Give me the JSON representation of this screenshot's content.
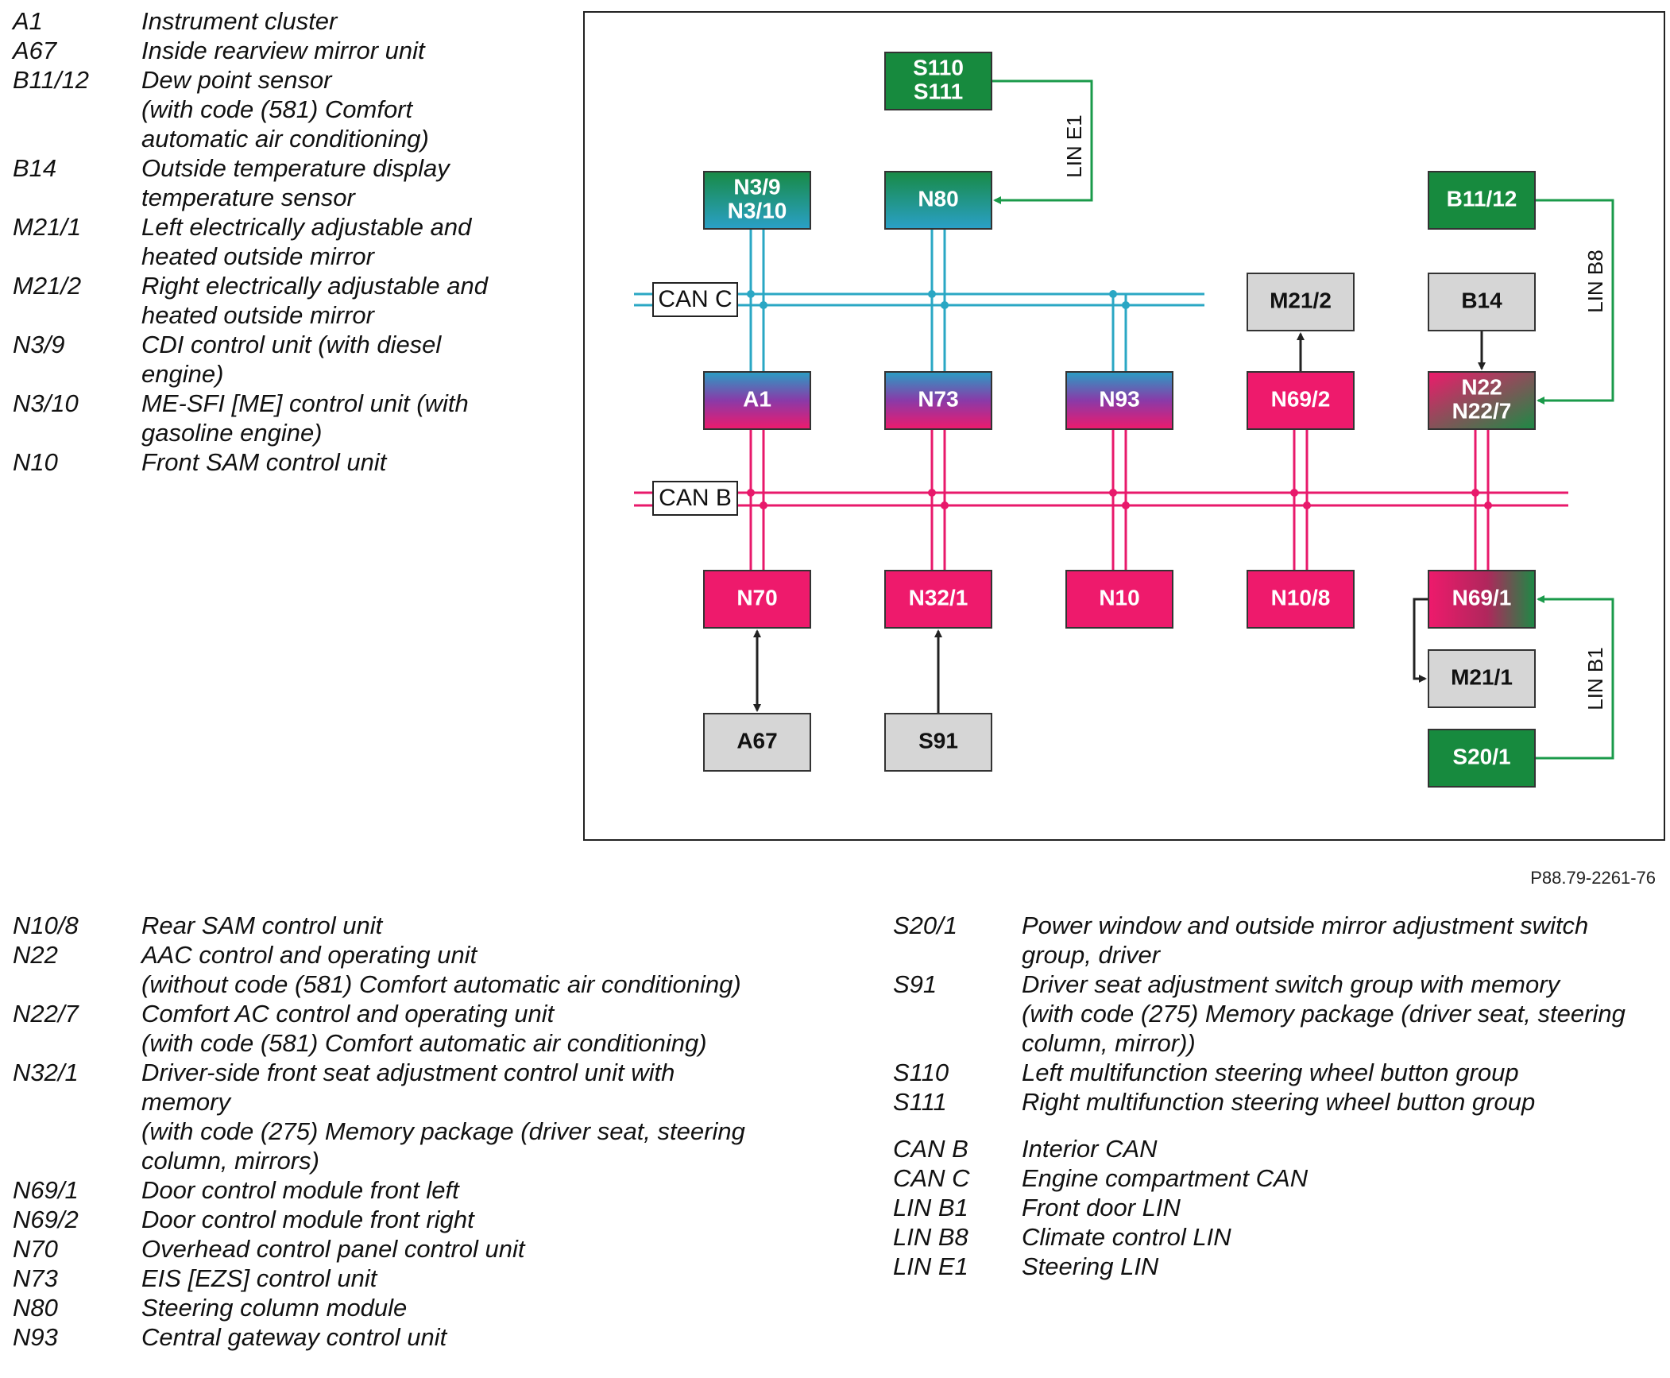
{
  "legend_top": [
    {
      "code": "A1",
      "lines": [
        "Instrument cluster"
      ]
    },
    {
      "code": "A67",
      "lines": [
        "Inside rearview mirror unit"
      ]
    },
    {
      "code": "B11/12",
      "lines": [
        "Dew point sensor",
        "(with code (581) Comfort",
        "automatic air conditioning)"
      ]
    },
    {
      "code": "B14",
      "lines": [
        "Outside temperature display",
        "temperature sensor"
      ]
    },
    {
      "code": "M21/1",
      "lines": [
        "Left electrically adjustable and",
        "heated outside mirror"
      ]
    },
    {
      "code": "M21/2",
      "lines": [
        "Right electrically adjustable and",
        "heated outside mirror"
      ]
    },
    {
      "code": "N3/9",
      "lines": [
        "CDI control unit (with diesel",
        "engine)"
      ]
    },
    {
      "code": "N3/10",
      "lines": [
        "ME-SFI [ME] control unit (with",
        "gasoline engine)"
      ]
    },
    {
      "code": "N10",
      "lines": [
        "Front SAM control unit"
      ]
    }
  ],
  "legend_bottom_left": [
    {
      "code": "N10/8",
      "lines": [
        "Rear SAM control unit"
      ]
    },
    {
      "code": "N22",
      "lines": [
        "AAC control and operating unit",
        "(without code (581) Comfort automatic air conditioning)"
      ]
    },
    {
      "code": "N22/7",
      "lines": [
        "Comfort AC control and operating unit",
        "(with code (581) Comfort automatic air conditioning)"
      ]
    },
    {
      "code": "N32/1",
      "lines": [
        "Driver-side front seat adjustment control unit with",
        "memory",
        "(with code (275) Memory package (driver seat, steering",
        "column, mirrors)"
      ]
    },
    {
      "code": "N69/1",
      "lines": [
        "Door control module front left"
      ]
    },
    {
      "code": "N69/2",
      "lines": [
        "Door control module front right"
      ]
    },
    {
      "code": "N70",
      "lines": [
        "Overhead control panel control unit"
      ]
    },
    {
      "code": "N73",
      "lines": [
        "EIS [EZS] control unit"
      ]
    },
    {
      "code": "N80",
      "lines": [
        "Steering column module"
      ]
    },
    {
      "code": "N93",
      "lines": [
        "Central gateway control unit"
      ]
    }
  ],
  "legend_bottom_right": [
    {
      "code": "S20/1",
      "lines": [
        "Power window and outside mirror adjustment switch",
        "group, driver"
      ]
    },
    {
      "code": "S91",
      "lines": [
        "Driver seat adjustment switch group with memory",
        "(with code (275) Memory package (driver seat, steering",
        "column, mirror))"
      ]
    },
    {
      "code": "S110",
      "lines": [
        "Left multifunction steering wheel button group"
      ]
    },
    {
      "code": "S111",
      "lines": [
        "Right multifunction steering wheel button group"
      ]
    },
    {
      "gap": true
    },
    {
      "code": "CAN B",
      "lines": [
        "Interior CAN"
      ]
    },
    {
      "code": "CAN C",
      "lines": [
        "Engine compartment CAN"
      ]
    },
    {
      "code": "LIN B1",
      "lines": [
        "Front door LIN"
      ]
    },
    {
      "code": "LIN B8",
      "lines": [
        "Climate control LIN"
      ]
    },
    {
      "code": "LIN E1",
      "lines": [
        "Steering LIN"
      ]
    }
  ],
  "figure_ref": "P88.79-2261-76",
  "colors": {
    "can_c": "#2aa7c4",
    "can_b": "#e8196b",
    "lin": "#1a9a4a",
    "node_green": "#178a3e",
    "node_pink": "#ee1a6c",
    "node_grey": "#d6d6d6",
    "node_blue": "#1f8fb0",
    "arrow": "#222222"
  },
  "diagram": {
    "buses": {
      "can_c": "CAN C",
      "can_b": "CAN B",
      "lin_e1": "LIN E1",
      "lin_b8": "LIN B8",
      "lin_b1": "LIN B1"
    },
    "nodes": {
      "s110": [
        "S110",
        "S111"
      ],
      "n3": [
        "N3/9",
        "N3/10"
      ],
      "n80": [
        "N80"
      ],
      "b1112": [
        "B11/12"
      ],
      "m212": [
        "M21/2"
      ],
      "b14": [
        "B14"
      ],
      "a1": [
        "A1"
      ],
      "n73": [
        "N73"
      ],
      "n93": [
        "N93"
      ],
      "n692": [
        "N69/2"
      ],
      "n22": [
        "N22",
        "N22/7"
      ],
      "n70": [
        "N70"
      ],
      "n321": [
        "N32/1"
      ],
      "n10": [
        "N10"
      ],
      "n108": [
        "N10/8"
      ],
      "n691": [
        "N69/1"
      ],
      "m211": [
        "M21/1"
      ],
      "a67": [
        "A67"
      ],
      "s91": [
        "S91"
      ],
      "s201": [
        "S20/1"
      ]
    }
  }
}
